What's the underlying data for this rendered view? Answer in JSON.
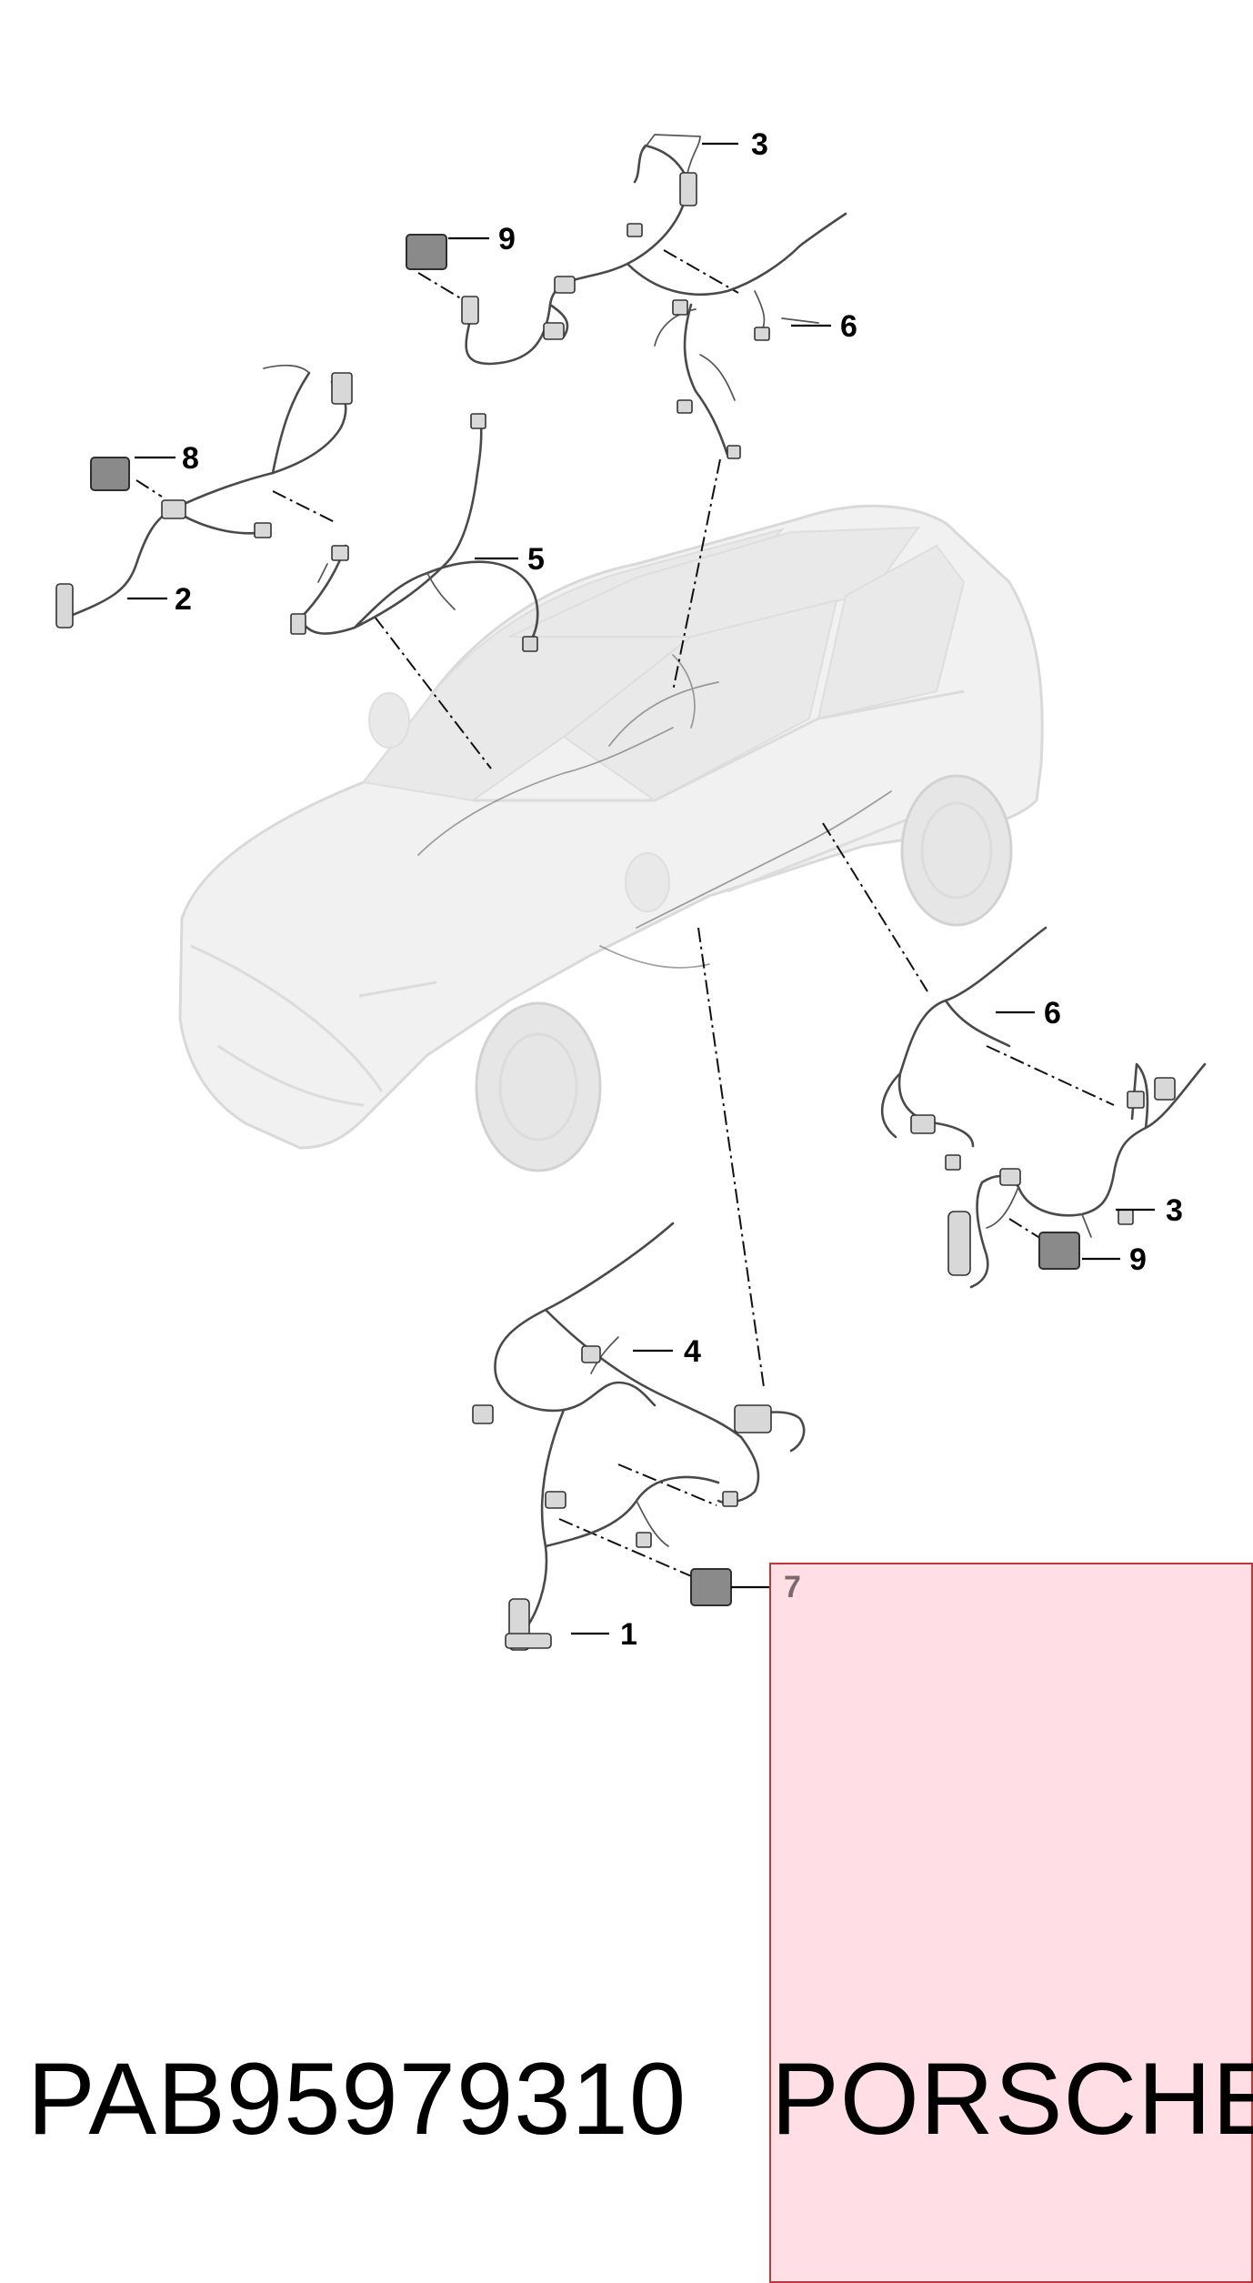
{
  "diagram": {
    "callouts": [
      "1",
      "2",
      "3",
      "3",
      "4",
      "5",
      "6",
      "6",
      "7",
      "8",
      "9",
      "9"
    ]
  },
  "highlight": {
    "label": "7",
    "fill_color": "#ffdfe5",
    "border_color": "#b83a3a"
  },
  "footer": {
    "part_number": "PAB95979310",
    "brand": "PORSCHE"
  }
}
